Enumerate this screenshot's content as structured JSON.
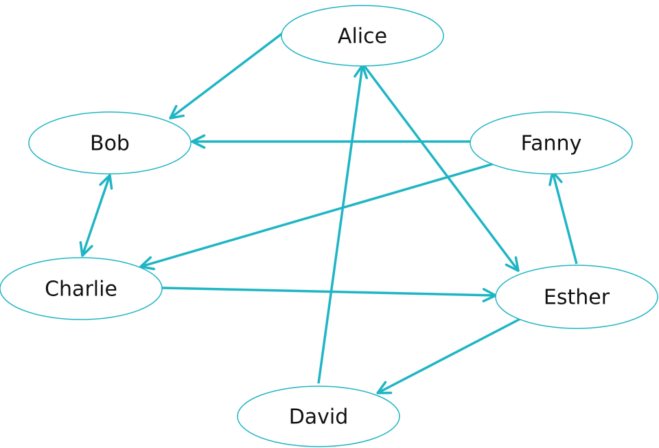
{
  "diagram": {
    "type": "directed-graph",
    "colors": {
      "edge": "#1fb5c4",
      "node_border": "#1fb5c4",
      "text": "#111111"
    },
    "nodes": [
      {
        "id": "alice",
        "label": "Alice"
      },
      {
        "id": "bob",
        "label": "Bob"
      },
      {
        "id": "fanny",
        "label": "Fanny"
      },
      {
        "id": "charlie",
        "label": "Charlie"
      },
      {
        "id": "esther",
        "label": "Esther"
      },
      {
        "id": "david",
        "label": "David"
      }
    ],
    "edges": [
      {
        "from": "alice",
        "to": "bob",
        "bidirectional": false
      },
      {
        "from": "fanny",
        "to": "bob",
        "bidirectional": false
      },
      {
        "from": "bob",
        "to": "charlie",
        "bidirectional": true
      },
      {
        "from": "fanny",
        "to": "charlie",
        "bidirectional": false
      },
      {
        "from": "charlie",
        "to": "esther",
        "bidirectional": false
      },
      {
        "from": "alice",
        "to": "esther",
        "bidirectional": false
      },
      {
        "from": "david",
        "to": "alice",
        "bidirectional": false
      },
      {
        "from": "esther",
        "to": "fanny",
        "bidirectional": false
      },
      {
        "from": "esther",
        "to": "david",
        "bidirectional": false
      }
    ]
  }
}
